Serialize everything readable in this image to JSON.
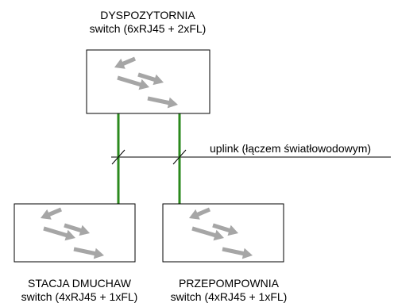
{
  "switches": [
    {
      "id": "top",
      "name": "DYSPOZYTORNIA",
      "spec": "switch (6xRJ45 + 2xFL)"
    },
    {
      "id": "left",
      "name": "STACJA DMUCHAW",
      "spec": "switch (4xRJ45 + 1xFL)"
    },
    {
      "id": "right",
      "name": "PRZEPOMPOWNIA",
      "spec": "switch (4xRJ45 + 1xFL)"
    }
  ],
  "uplink": {
    "label": "uplink (łączem światłowodowym)"
  },
  "colors": {
    "fiber_link": "#2b8a1e",
    "arrow": "#a6a6a6",
    "box_stroke": "#000000",
    "background": "#ffffff"
  }
}
